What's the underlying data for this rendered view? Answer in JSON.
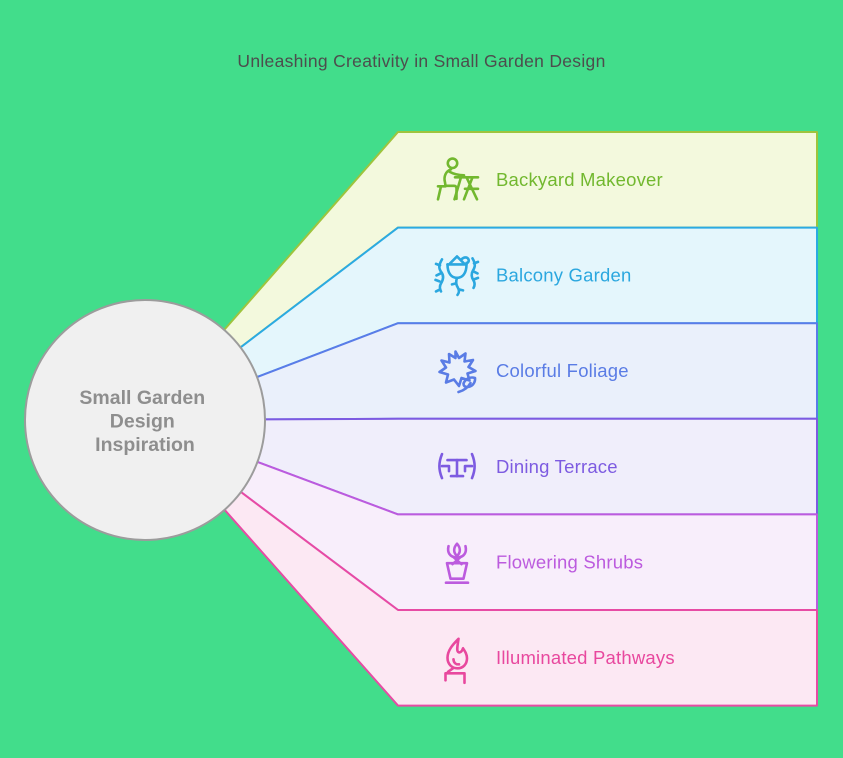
{
  "title": "Unleashing Creativity in Small Garden Design",
  "title_color": "#4D4D4D",
  "background_color": "#42DD8B",
  "center": {
    "lines": [
      "Small Garden",
      "Design",
      "Inspiration"
    ],
    "fill": "#F0F0F0",
    "stroke": "#9C9C9C",
    "text_color": "#8E8E8E"
  },
  "items": [
    {
      "label": "Backyard Makeover",
      "icon": "picnic-table-person-icon",
      "fill": "#F3F9DD",
      "stroke": "#9EC43D",
      "text_color": "#72B82F"
    },
    {
      "label": "Balcony Garden",
      "icon": "hanging-vines-icon",
      "fill": "#E4F6FC",
      "stroke": "#2BAAE2",
      "text_color": "#2BA7DF"
    },
    {
      "label": "Colorful Foliage",
      "icon": "maple-leaf-icon",
      "fill": "#EAF0FB",
      "stroke": "#5A7CE8",
      "text_color": "#5A7CE5"
    },
    {
      "label": "Dining Terrace",
      "icon": "table-and-chairs-icon",
      "fill": "#F0EEFB",
      "stroke": "#7D5BE1",
      "text_color": "#7D5BE1"
    },
    {
      "label": "Flowering Shrubs",
      "icon": "potted-flower-icon",
      "fill": "#F8EEFB",
      "stroke": "#BC5BDE",
      "text_color": "#BC5BDE"
    },
    {
      "label": "Illuminated Pathways",
      "icon": "flame-icon",
      "fill": "#FCE8F3",
      "stroke": "#E74BA4",
      "text_color": "#E8489E"
    }
  ]
}
